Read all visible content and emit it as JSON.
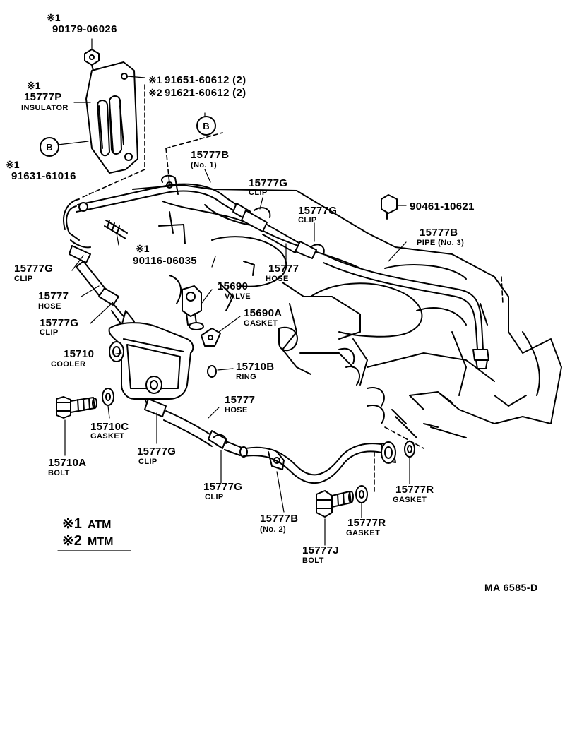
{
  "parts": {
    "p90179": {
      "mark": "※1",
      "number": "90179-06026"
    },
    "p15777P": {
      "mark": "※1",
      "number": "15777P",
      "name": "INSULATOR"
    },
    "p91651": {
      "mark": "※1",
      "number": "91651-60612 (2)"
    },
    "p91621": {
      "mark": "※2",
      "number": "91621-60612 (2)"
    },
    "p91631": {
      "mark": "※1",
      "number": "91631-61016"
    },
    "p15777B_1": {
      "number": "15777B",
      "name": "(No. 1)"
    },
    "p15777G_top": {
      "number": "15777G",
      "name": "CLIP"
    },
    "p15777G_mid": {
      "number": "15777G",
      "name": "CLIP"
    },
    "p90461": {
      "number": "90461-10621"
    },
    "p15777B_3": {
      "number": "15777B",
      "name": "PIPE (No. 3)"
    },
    "p90116": {
      "mark": "※1",
      "number": "90116-06035"
    },
    "p15777_hose_mid": {
      "number": "15777",
      "name": "HOSE"
    },
    "p15777G_left1": {
      "number": "15777G",
      "name": "CLIP"
    },
    "p15777_hose_left": {
      "number": "15777",
      "name": "HOSE"
    },
    "p15690": {
      "number": "15690",
      "name": "VALVE"
    },
    "p15690A": {
      "number": "15690A",
      "name": "GASKET"
    },
    "p15777G_left2": {
      "number": "15777G",
      "name": "CLIP"
    },
    "p15710": {
      "number": "15710",
      "name": "COOLER"
    },
    "p15710B": {
      "number": "15710B",
      "name": "RING"
    },
    "p15777_hose_low": {
      "number": "15777",
      "name": "HOSE"
    },
    "p15710C": {
      "number": "15710C",
      "name": "GASKET"
    },
    "p15777G_low1": {
      "number": "15777G",
      "name": "CLIP"
    },
    "p15710A": {
      "number": "15710A",
      "name": "BOLT"
    },
    "p15777G_low2": {
      "number": "15777G",
      "name": "CLIP"
    },
    "p15777R_right": {
      "number": "15777R",
      "name": "GASKET"
    },
    "p15777B_2": {
      "number": "15777B",
      "name": "(No. 2)"
    },
    "p15777R_low": {
      "number": "15777R",
      "name": "GASKET"
    },
    "p15777J": {
      "number": "15777J",
      "name": "BOLT"
    }
  },
  "callouts": {
    "b1": "B",
    "b2": "B"
  },
  "legend": {
    "l1_mark": "※1",
    "l1_text": "ATM",
    "l2_mark": "※2",
    "l2_text": "MTM"
  },
  "drawing_code": "MA 6585-D"
}
